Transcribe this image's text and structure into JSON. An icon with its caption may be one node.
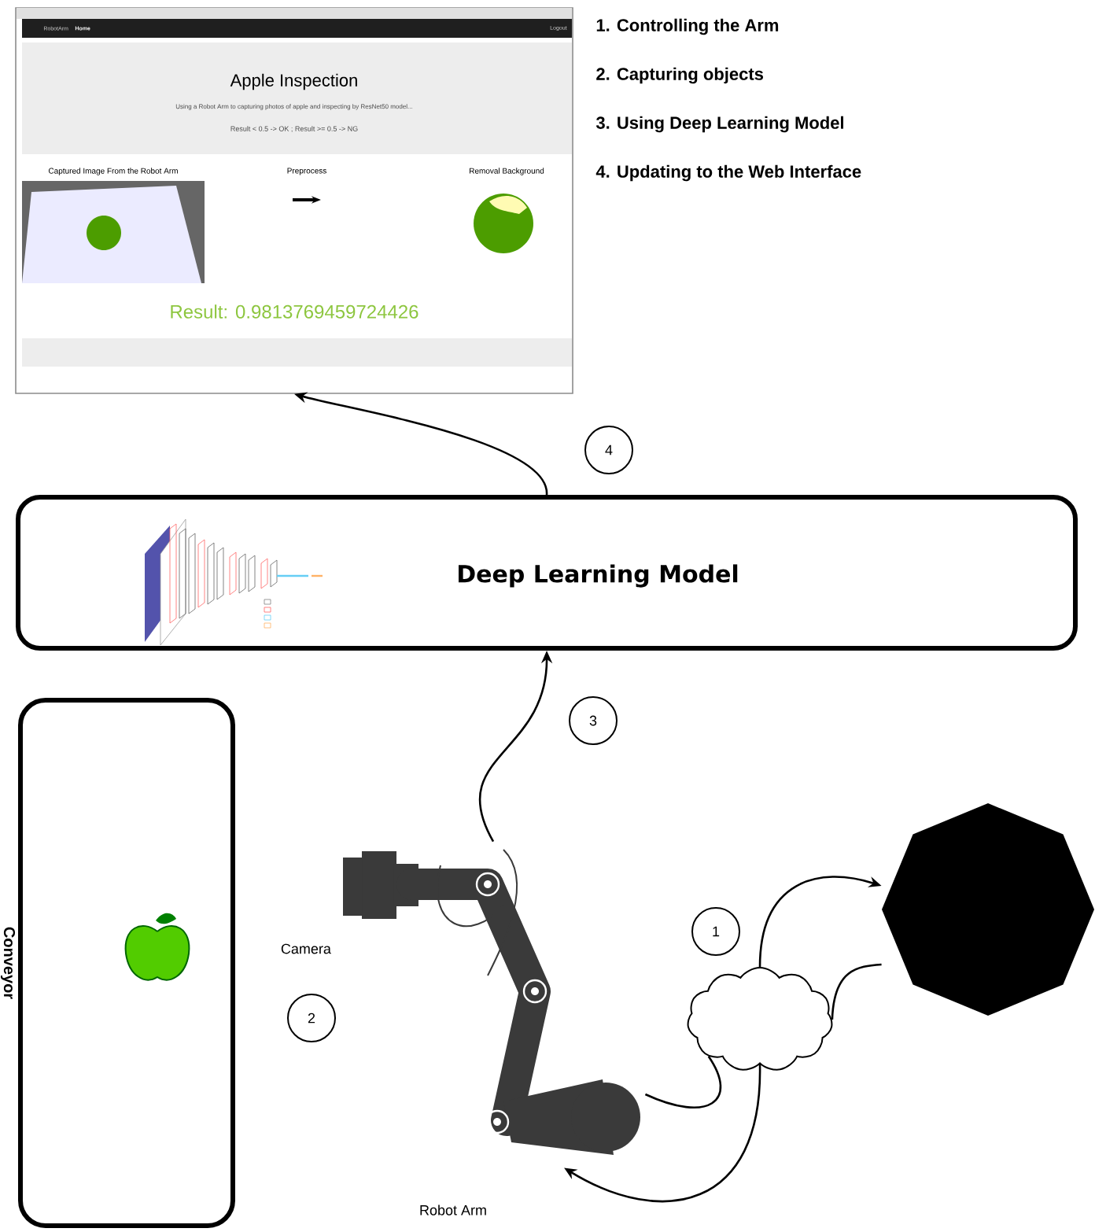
{
  "diagram": {
    "nodes": [
      {
        "text": [
          "RobotArm",
          "Home",
          "Logout",
          "Apple Inspection",
          "Using a Robot Arm to capturing photos of apple and inspecting by ResNet50 model...",
          "Result < 0.5 -> OK ; Result >= 0.5 -> NG",
          "Captured Image From the Robot Arm",
          "Preprocess",
          "Removal Background",
          "Result: 0.9813769459724426"
        ]
      },
      {
        "text": [
          "Deep Learning Model"
        ]
      },
      {
        "text": [
          "Conveyor"
        ]
      },
      {
        "text": [],
        "shape": "picture",
        "beside": [
          "Camera",
          "Robot Arm"
        ]
      },
      {
        "text": [
          "1"
        ]
      },
      {
        "text": [
          "2"
        ]
      },
      {
        "text": [
          "3"
        ]
      },
      {
        "text": [
          "4"
        ]
      },
      {
        "text": [],
        "shape": "cloud"
      },
      {
        "text": [],
        "shape": "octagon"
      }
    ],
    "edges": [
      {
        "from": 3,
        "to": 1,
        "arrow": "to"
      },
      {
        "from": 1,
        "to": 0,
        "arrow": "to"
      },
      {
        "from": 3,
        "to": 8,
        "arrow": "none"
      },
      {
        "from": 8,
        "to": 9,
        "arrow": "to"
      },
      {
        "from": 9,
        "to": 8,
        "arrow": "none"
      },
      {
        "from": 8,
        "to": 3,
        "arrow": "to"
      }
    ],
    "labels": [
      "1. Controlling the Arm",
      "2. Capturing objects",
      "3. Using Deep Learning Model",
      "4. Updating to the Web Interface"
    ]
  }
}
